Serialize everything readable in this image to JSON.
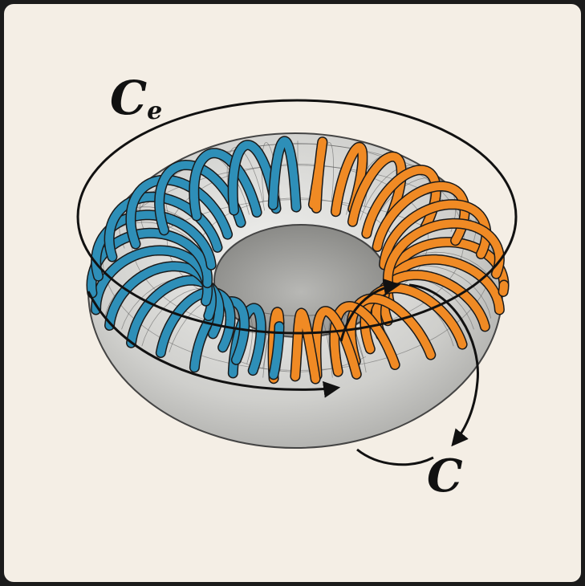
{
  "labels": {
    "outer_curve": "C",
    "outer_curve_subscript": "e",
    "inner_curve": "C"
  },
  "colors": {
    "background": "#f4eee5",
    "frame": "#1b1b1b",
    "torus": "#d3d3d1",
    "torus_mesh": "#555555",
    "winding_left": "#2e8fb8",
    "winding_right": "#f08a24",
    "curve": "#111111"
  },
  "windings": {
    "left_color_name": "blue",
    "right_color_name": "orange"
  }
}
